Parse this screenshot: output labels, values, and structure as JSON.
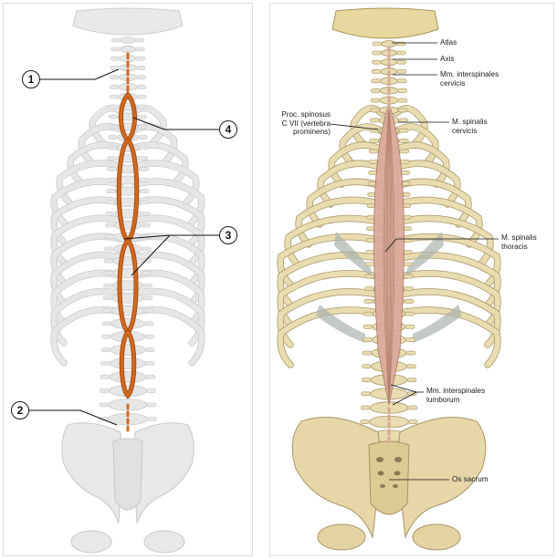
{
  "left_figure": {
    "markers": [
      "1",
      "2",
      "3",
      "4"
    ]
  },
  "right_figure": {
    "labels": {
      "atlas": "Atlas",
      "axis": "Axis",
      "interspinales_cervicis_1": "Mm. interspinales",
      "interspinales_cervicis_2": "cervicis",
      "proc_spinosus_1": "Proc. spinosus",
      "proc_spinosus_2": "C VII (vertebra",
      "proc_spinosus_3": "prominens)",
      "spinalis_cervicis_1": "M. spinalis",
      "spinalis_cervicis_2": "cervicis",
      "spinalis_thoracis_1": "M. spinalis",
      "spinalis_thoracis_2": "thoracis",
      "interspinales_lumborum_1": "Mm. interspinales",
      "interspinales_lumborum_2": "lumborum",
      "os_sacrum": "Os sacrum"
    }
  },
  "colors": {
    "bone_gray": "#e6e6e6",
    "bone_gray_edge": "#c9c9c9",
    "muscle_orange": "#d2691e",
    "muscle_orange_dark": "#a0460f",
    "bone_beige": "#e8dcb0",
    "bone_beige_edge": "#a89566",
    "muscle_pink": "#d9a99a",
    "cartilage_gray": "#a9b2ad"
  }
}
